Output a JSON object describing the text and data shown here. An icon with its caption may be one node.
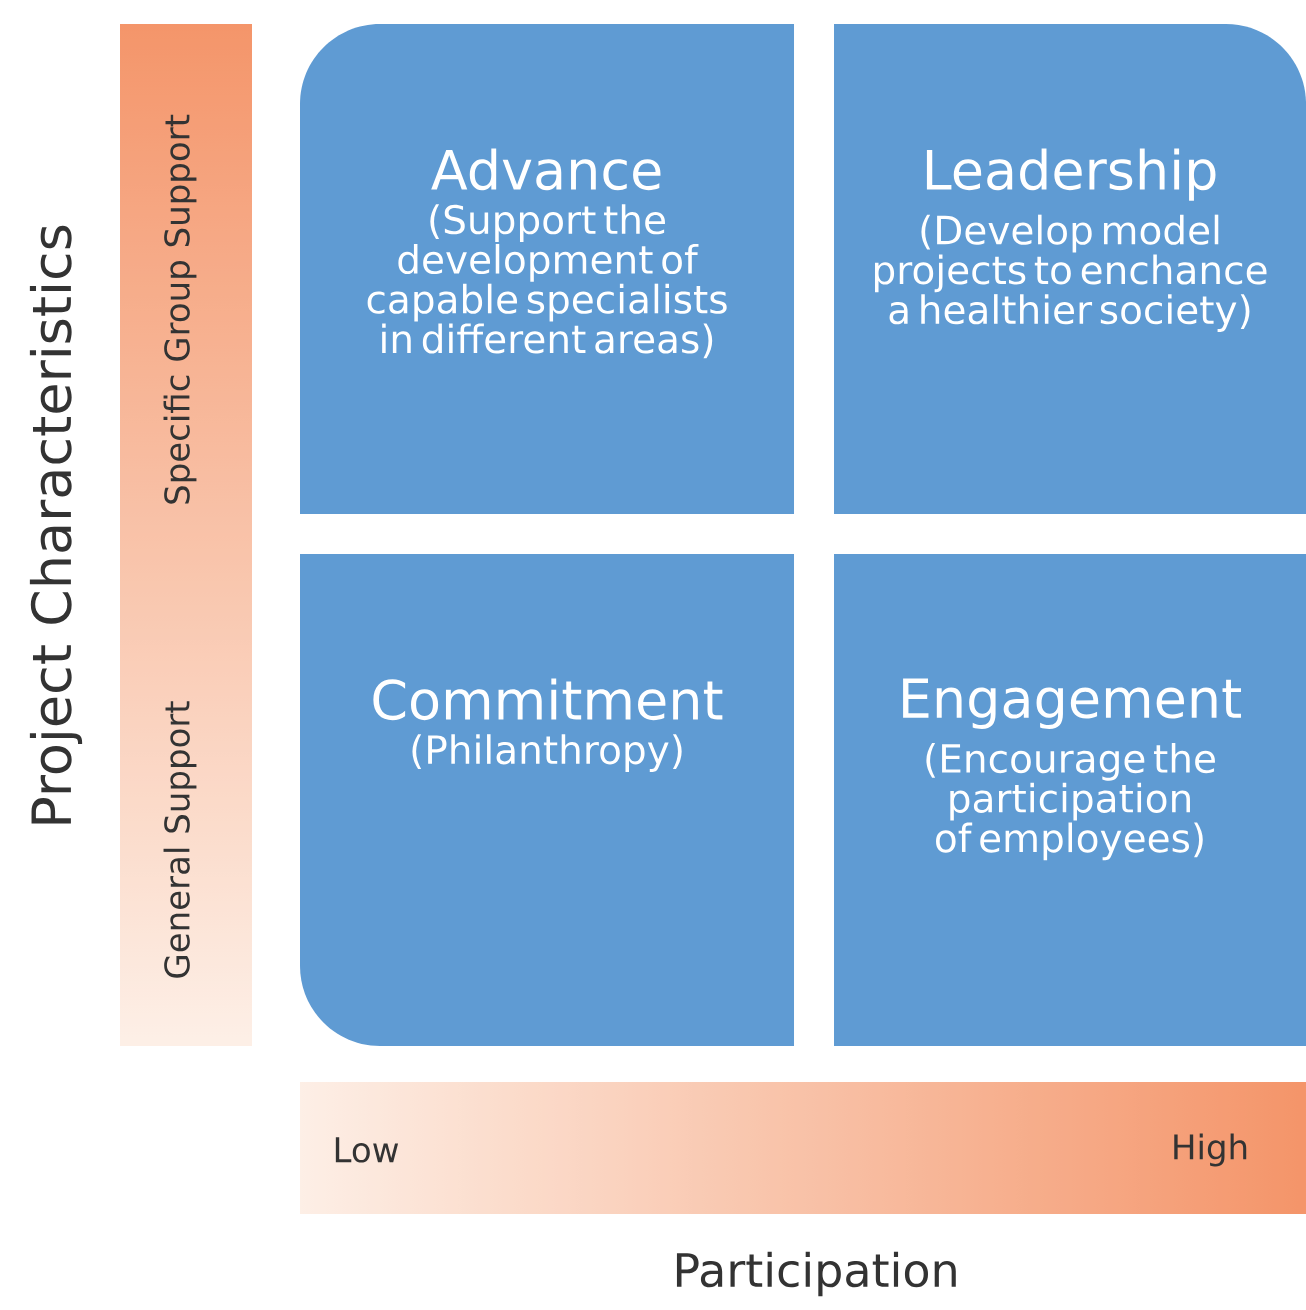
{
  "diagram": {
    "nodes": [
      {
        "text": [
          "Advance",
          "(Support the development of capable specialists in different areas)"
        ]
      },
      {
        "text": [
          "Leadership",
          "(Develop model projects to enchance a healthier society)"
        ]
      },
      {
        "text": [
          "Commitment",
          "(Philanthropy)"
        ]
      },
      {
        "text": [
          "Engagement",
          "(Encourage the participation of employees)"
        ]
      }
    ],
    "labels": [
      "Project Characteristics",
      "Specific Group Support",
      "General Support",
      "Low",
      "High",
      "Participation"
    ]
  }
}
